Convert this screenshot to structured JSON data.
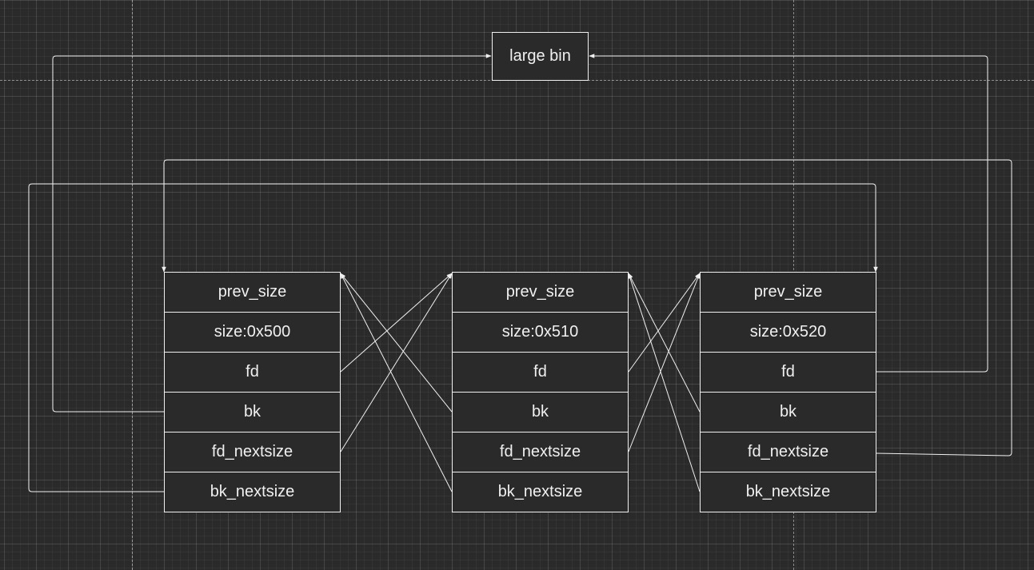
{
  "bin": {
    "label": "large bin"
  },
  "chunks": [
    {
      "fields": [
        "prev_size",
        "size:0x500",
        "fd",
        "bk",
        "fd_nextsize",
        "bk_nextsize"
      ]
    },
    {
      "fields": [
        "prev_size",
        "size:0x510",
        "fd",
        "bk",
        "fd_nextsize",
        "bk_nextsize"
      ]
    },
    {
      "fields": [
        "prev_size",
        "size:0x520",
        "fd",
        "bk",
        "fd_nextsize",
        "bk_nextsize"
      ]
    }
  ],
  "colors": {
    "background": "#2a2a2a",
    "stroke": "#f0f0f0",
    "text": "#f0f0f0"
  }
}
